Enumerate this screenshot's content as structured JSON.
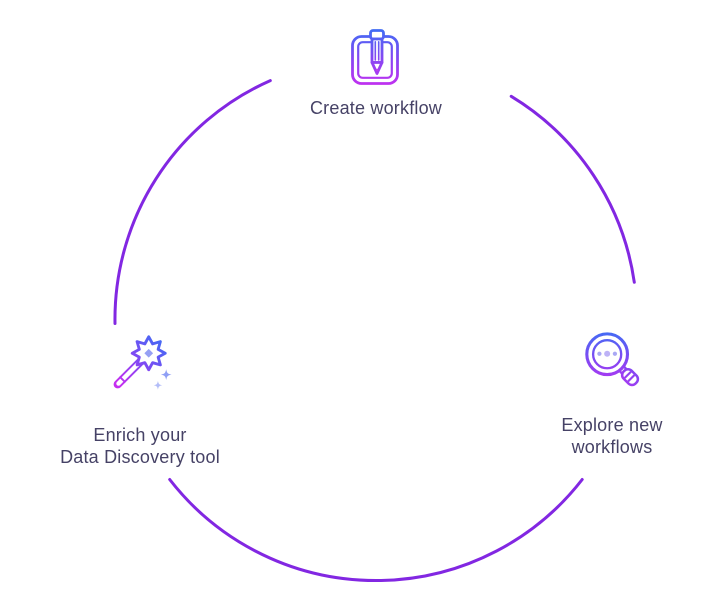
{
  "theme": {
    "background": "#ffffff",
    "arc_color": "#8227e2",
    "label_color": "#464266",
    "icon_gradient_from": "#3f6df4",
    "icon_gradient_mid": "#8447f3",
    "icon_gradient_to": "#c52ff0",
    "sparkle_color_1": "#8f9ff5",
    "sparkle_color_2": "#b3bdf8",
    "dot_color_side": "#a9a7f4",
    "dot_color_mid": "#bdb2f6",
    "diamond_color": "#96a0f4"
  },
  "diagram": {
    "type": "circular-cycle",
    "nodes": [
      {
        "id": "create-workflow",
        "icon": "notebook-pencil-icon",
        "label_lines": [
          "Create workflow"
        ]
      },
      {
        "id": "explore-workflows",
        "icon": "magnifying-glass-icon",
        "label_lines": [
          "Explore new",
          "workflows"
        ]
      },
      {
        "id": "enrich-tool",
        "icon": "magic-wand-icon",
        "label_lines": [
          "Enrich your",
          "Data Discovery tool"
        ]
      }
    ]
  }
}
